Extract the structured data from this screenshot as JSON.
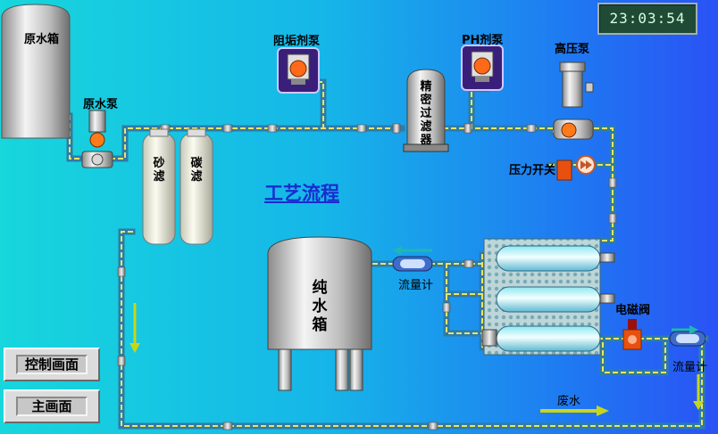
{
  "clock": "23:03:54",
  "title": "工艺流程",
  "labels": {
    "raw_water_tank": "原水箱",
    "raw_water_pump": "原水泵",
    "antiscalant_pump": "阻垢剂泵",
    "ph_pump": "PH剂泵",
    "high_pressure_pump": "高压泵",
    "precision_filter": "精密过滤器",
    "sand_filter": "砂滤",
    "carbon_filter": "碳滤",
    "pressure_switch": "压力开关",
    "pure_water_tank": "纯水箱",
    "flowmeter_left": "流量计",
    "flowmeter_right": "流量计",
    "solenoid_valve": "电磁阀",
    "waste_water": "废水"
  },
  "nav": {
    "control_screen": "控制画面",
    "main_screen": "主画面"
  },
  "colors": {
    "pipe": "#2f7ca6",
    "pipe_dash": "#e8e46a",
    "flow_arrow": "#c8d61a",
    "title": "#1a2bd0"
  }
}
